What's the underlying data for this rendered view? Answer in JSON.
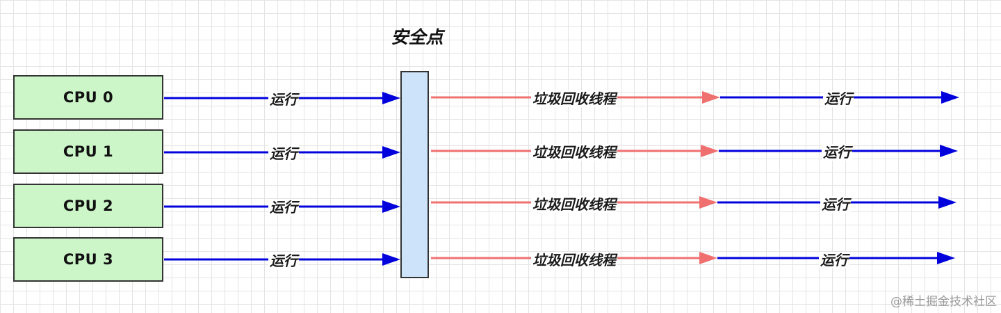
{
  "title": "安全点",
  "cpus": [
    {
      "label": "CPU 0"
    },
    {
      "label": "CPU 1"
    },
    {
      "label": "CPU 2"
    },
    {
      "label": "CPU 3"
    }
  ],
  "labels": {
    "run_before": "运行",
    "gc": "垃圾回收线程",
    "run_after": "运行"
  },
  "watermark": "@稀土掘金技术社区",
  "colors": {
    "cpu_fill": "#ccf5c8",
    "safepoint_fill": "#cde3f9",
    "run_arrow": "#0000dd",
    "gc_arrow": "#f07070"
  }
}
